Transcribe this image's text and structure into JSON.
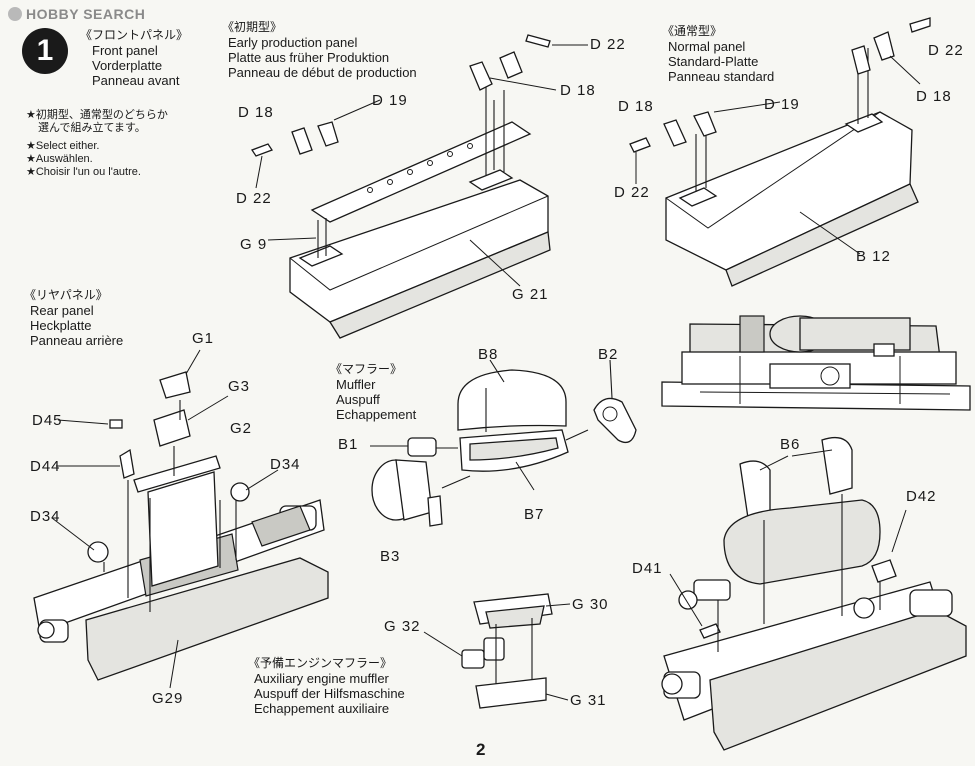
{
  "watermark": "HOBBY SEARCH",
  "step_number": "1",
  "front_panel": {
    "title_jp": "《フロントパネル》",
    "title_en": "Front panel",
    "title_de": "Vorderplatte",
    "title_fr": "Panneau avant",
    "note_jp_1": "★初期型、通常型のどちらか",
    "note_jp_2": "選んで組み立てます。",
    "note_en": "★Select either.",
    "note_de": "★Auswählen.",
    "note_fr": "★Choisir l'un ou l'autre."
  },
  "early": {
    "title_jp": "《初期型》",
    "title_en": "Early production panel",
    "title_de": "Platte aus früher Produktion",
    "title_fr": "Panneau de début de production"
  },
  "normal": {
    "title_jp": "《通常型》",
    "title_en": "Normal panel",
    "title_de": "Standard-Platte",
    "title_fr": "Panneau standard"
  },
  "rear": {
    "title_jp": "《リヤパネル》",
    "title_en": "Rear panel",
    "title_de": "Heckplatte",
    "title_fr": "Panneau arrière"
  },
  "muffler": {
    "title_jp": "《マフラー》",
    "title_en": "Muffler",
    "title_de": "Auspuff",
    "title_fr": "Echappement"
  },
  "aux": {
    "title_jp": "《予備エンジンマフラー》",
    "title_en": "Auxiliary engine muffler",
    "title_de": "Auspuff der Hilfsmaschine",
    "title_fr": "Echappement auxiliaire"
  },
  "labels": {
    "early_d22_top": "D 22",
    "early_d18_right": "D 18",
    "early_d19": "D 19",
    "early_d18_left": "D 18",
    "early_d22_left": "D 22",
    "early_g9": "G 9",
    "early_g21": "G 21",
    "normal_d22": "D 22",
    "normal_d18_right": "D 18",
    "normal_d18_left": "D 18",
    "normal_d19": "D 19",
    "normal_d22_left": "D 22",
    "normal_b12": "B 12",
    "rear_g1": "G1",
    "rear_g3": "G3",
    "rear_d45": "D45",
    "rear_g2": "G2",
    "rear_d44": "D44",
    "rear_d34_right": "D34",
    "rear_d34_left": "D34",
    "rear_g29": "G29",
    "muf_b8": "B8",
    "muf_b2": "B2",
    "muf_b1": "B1",
    "muf_b7": "B7",
    "muf_b3": "B3",
    "aux_g30": "G 30",
    "aux_g32": "G 32",
    "aux_g31": "G 31",
    "right_b6": "B6",
    "right_d42": "D42",
    "right_d41": "D41"
  },
  "page_number": "2"
}
